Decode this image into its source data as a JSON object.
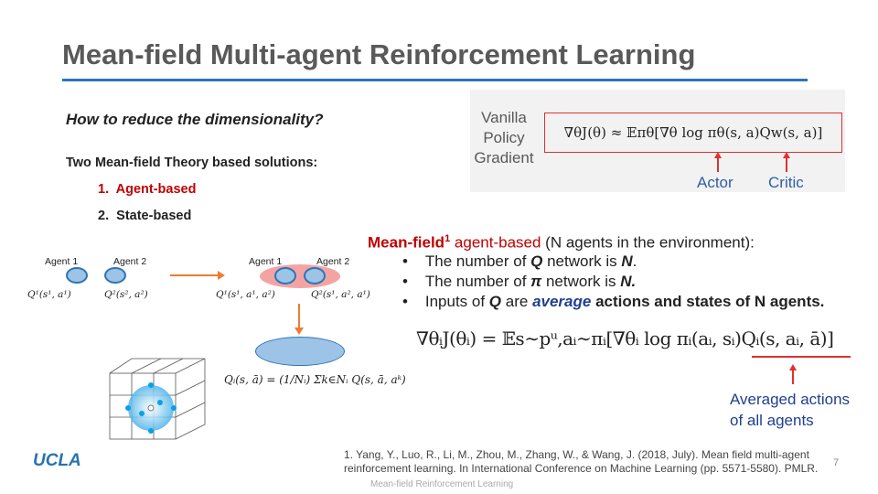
{
  "title": "Mean-field Multi-agent Reinforcement Learning",
  "question": "How to reduce the dimensionality?",
  "solutions_heading": "Two Mean-field  Theory based solutions:",
  "solutions": [
    {
      "num": "1.",
      "label": "Agent-based"
    },
    {
      "num": "2.",
      "label": "State-based"
    }
  ],
  "vanilla": {
    "label_lines": [
      "Vanilla",
      "Policy",
      "Gradient"
    ],
    "formula": "∇θJ(θ) ≈ 𝔼πθ[∇θ log πθ(s, a)Qw(s, a)]",
    "actor": "Actor",
    "critic": "Critic"
  },
  "mean_field": {
    "head_red": "Mean-field",
    "sup": "1",
    "head_red2": " agent-based",
    "head_rest": " (N agents in the environment):",
    "bullets": [
      {
        "pre": "The number of ",
        "em": "Q",
        "post": " network is ",
        "em2": "N",
        "post2": "."
      },
      {
        "pre": "The number of ",
        "em": "π",
        "post": " network is ",
        "em2": "N.",
        "post2": ""
      },
      {
        "pre": "Inputs of ",
        "em": "Q",
        "post": " are ",
        "em2": "average",
        "post2": " actions and states of N agents."
      }
    ]
  },
  "main_formula": "∇θᵢJ(θᵢ) = 𝔼s∼pᵘ,aᵢ∼πᵢ[∇θᵢ log πᵢ(aᵢ, sᵢ)Qᵢ(s, aᵢ, ā)]",
  "averaged_label": [
    "Averaged actions",
    "of all agents"
  ],
  "diagram": {
    "agent1": "Agent 1",
    "agent2": "Agent 2",
    "q1": "Q¹(s¹, a¹)",
    "q2": "Q²(s², a²)",
    "q1b": "Q¹(s¹, a¹, a²)",
    "q2b": "Q²(s¹, a², a¹)",
    "qmean": "Qᵢ(s, ā) = (1/Nᵢ) Σk∈Nᵢ Q(s, ā, aᵏ)"
  },
  "reference": [
    "1. Yang, Y.,  Luo, R., Li, M.,  Zhou, M.,  Zhang, W., & Wang, J. (2018, July).  Mean field multi-agent",
    "reinforcement learning. In International Conference on Machine Learning (pp. 5571-5580). PMLR."
  ],
  "footer": "Mean-field Reinforcement Learning",
  "page_number": "7",
  "logo": "UCLA"
}
